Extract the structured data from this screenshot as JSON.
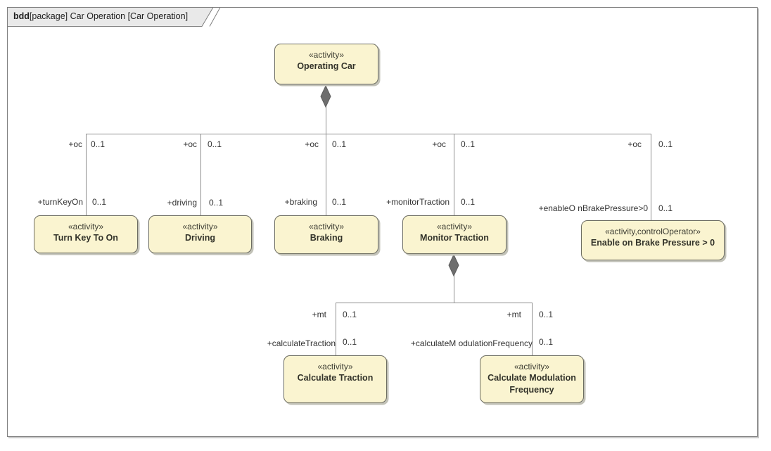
{
  "frame": {
    "keyword": "bdd",
    "title": "[package] Car Operation [Car Operation]"
  },
  "colors": {
    "node_fill": "#faf4d0",
    "node_border": "#6d6d62",
    "node_shadow": "#c2c2b8",
    "connector": "#8f8f8f",
    "diamond_fill": "#6e6e6e",
    "frame_border": "#7f7f7f",
    "tab_fill": "#e9e9e9",
    "label_text": "#333333"
  },
  "nodes": [
    {
      "stereotype": "«activity»",
      "name": "Operating Car"
    },
    {
      "stereotype": "«activity»",
      "name": "Turn Key To On"
    },
    {
      "stereotype": "«activity»",
      "name": "Driving"
    },
    {
      "stereotype": "«activity»",
      "name": "Braking"
    },
    {
      "stereotype": "«activity»",
      "name": "Monitor Traction"
    },
    {
      "stereotype": "«activity,controlOperator»",
      "name": "Enable on Brake Pressure > 0"
    },
    {
      "stereotype": "«activity»",
      "name": "Calculate Traction"
    },
    {
      "stereotype": "«activity»",
      "name": "Calculate Modulation Frequency"
    }
  ],
  "edges": [
    {
      "top_role": "+oc",
      "top_mult": "0..1",
      "bottom_role": "+turnKeyOn",
      "bottom_mult": "0..1"
    },
    {
      "top_role": "+oc",
      "top_mult": "0..1",
      "bottom_role": "+driving",
      "bottom_mult": "0..1"
    },
    {
      "top_role": "+oc",
      "top_mult": "0..1",
      "bottom_role": "+braking",
      "bottom_mult": "0..1"
    },
    {
      "top_role": "+oc",
      "top_mult": "0..1",
      "bottom_role": "+monitorTraction",
      "bottom_mult": "0..1"
    },
    {
      "top_role": "+oc",
      "top_mult": "0..1",
      "bottom_role": "+enableO nBrakePressure>0",
      "bottom_mult": "0..1"
    },
    {
      "top_role": "+mt",
      "top_mult": "0..1",
      "bottom_role": "+calculateTraction",
      "bottom_mult": "0..1"
    },
    {
      "top_role": "+mt",
      "top_mult": "0..1",
      "bottom_role": "+calculateM odulationFrequency",
      "bottom_mult": "0..1"
    }
  ]
}
